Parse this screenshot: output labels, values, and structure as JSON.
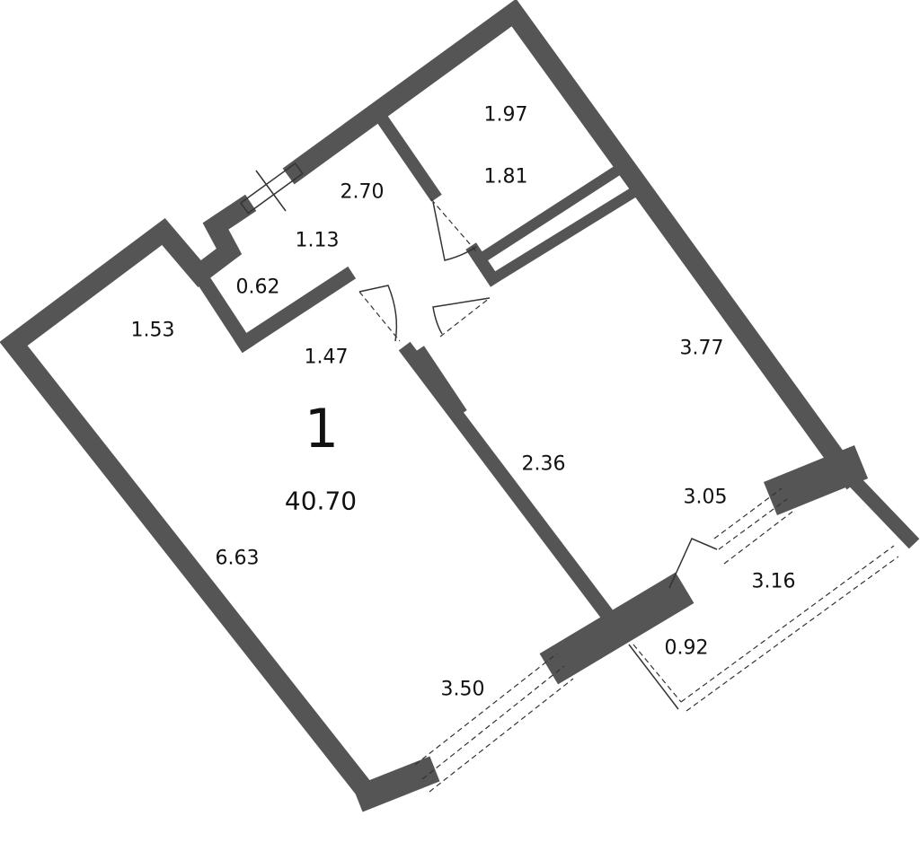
{
  "apartment": {
    "rooms_count": "1",
    "total_area": "40.70"
  },
  "dimensions": {
    "closet_width": "1.97",
    "closet_length": "1.81",
    "hall_length": "2.70",
    "hall_width": "1.13",
    "niche_width": "0.62",
    "living_top": "1.53",
    "living_entry": "1.47",
    "kitchen_length": "3.77",
    "kitchen_width": "2.36",
    "kitchen_window": "3.05",
    "balcony_length": "3.16",
    "balcony_width": "0.92",
    "living_length": "6.63",
    "living_window": "3.50"
  },
  "colors": {
    "wall": "#555555",
    "line": "#333333"
  }
}
